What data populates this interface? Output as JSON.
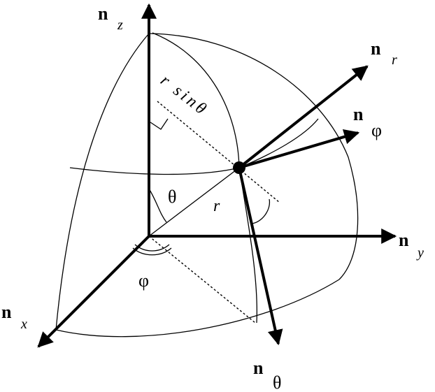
{
  "diagram": {
    "labels": {
      "nz_main": "n",
      "nz_sub": "z",
      "ny_main": "n",
      "ny_sub": "y",
      "nx_main": "n",
      "nx_sub": "x",
      "nr_main": "n",
      "nr_sub": "r",
      "nphi_main": "n",
      "nphi_sub": "φ",
      "ntheta_main": "n",
      "ntheta_sub": "θ",
      "r_label": "r",
      "theta_label": "θ",
      "phi_label": "φ",
      "rsin_label": "r sinθ"
    }
  }
}
